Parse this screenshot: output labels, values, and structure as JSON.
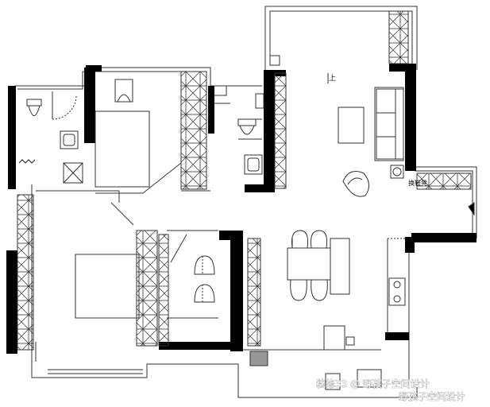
{
  "labels": {
    "up_arrow": "上",
    "shoe_cabinet": "换鞋凳"
  },
  "watermark": {
    "line1": "装修33 @ 野孩子空间设计",
    "line2": "野孩子空间设计"
  },
  "colors": {
    "wall": "#000000",
    "line": "#333333",
    "background": "#ffffff"
  }
}
